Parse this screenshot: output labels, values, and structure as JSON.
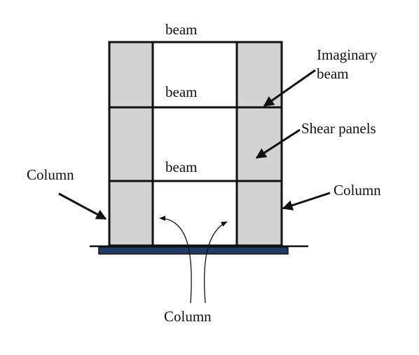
{
  "labels": {
    "beam_top": "beam",
    "beam_middle": "beam",
    "beam_lower": "beam",
    "imaginary_beam_line1": "Imaginary",
    "imaginary_beam_line2": "beam",
    "shear_panels": "Shear panels",
    "column_left": "Column",
    "column_right": "Column",
    "column_bottom": "Column"
  },
  "colors": {
    "frame_stroke": "#111111",
    "shear_panel_fill": "#d3d3d3",
    "foundation_fill": "#1f3a63",
    "background": "#ffffff"
  }
}
